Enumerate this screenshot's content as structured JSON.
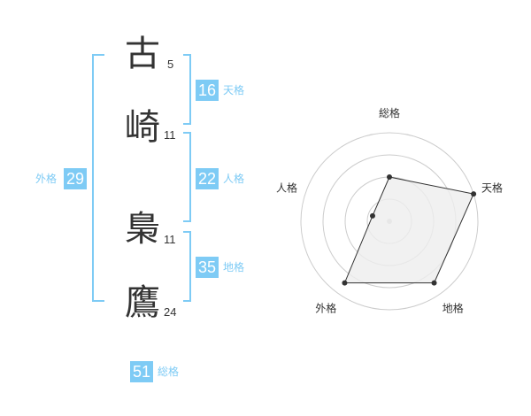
{
  "name": {
    "chars": [
      {
        "char": "古",
        "strokes": "5"
      },
      {
        "char": "崎",
        "strokes": "11"
      },
      {
        "char": "梟",
        "strokes": "11"
      },
      {
        "char": "鷹",
        "strokes": "24"
      }
    ]
  },
  "fortunes": {
    "tenkaku": {
      "value": "16",
      "label": "天格"
    },
    "jinkaku": {
      "value": "22",
      "label": "人格"
    },
    "chikaku": {
      "value": "35",
      "label": "地格"
    },
    "gaikaku": {
      "value": "29",
      "label": "外格"
    },
    "soukaku": {
      "value": "51",
      "label": "総格"
    }
  },
  "radar": {
    "axes": [
      "総格",
      "天格",
      "地格",
      "外格",
      "人格"
    ],
    "values": [
      0.5,
      1.0,
      0.86,
      0.86,
      0.2
    ],
    "rings": 4,
    "fill_color": "#eeeeee",
    "line_color": "#333333",
    "ring_color": "#cccccc"
  },
  "colors": {
    "accent": "#7ecbf5",
    "text": "#333333"
  }
}
